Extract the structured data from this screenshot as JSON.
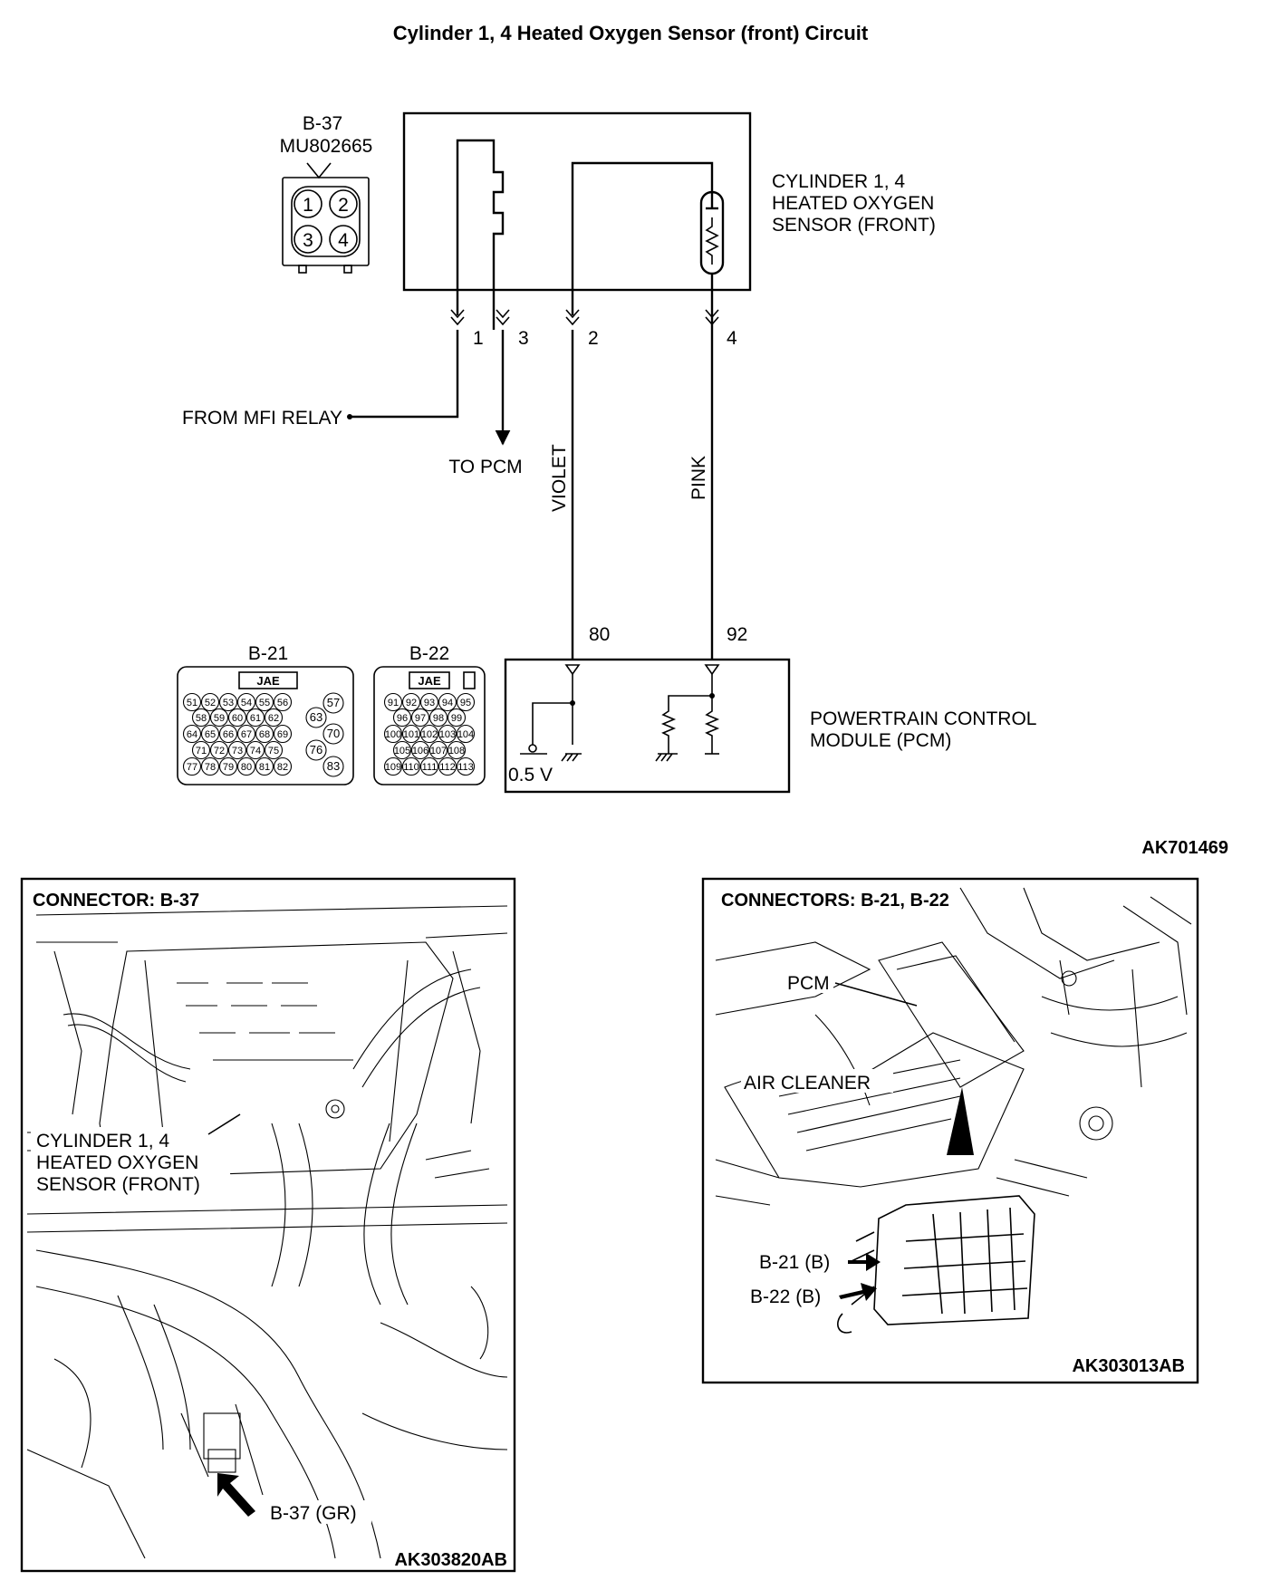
{
  "title": "Cylinder 1, 4 Heated Oxygen Sensor (front) Circuit",
  "sensor_connector": {
    "id": "B-37",
    "part_no": "MU802665",
    "pins": [
      "1",
      "2",
      "3",
      "4"
    ]
  },
  "sensor": {
    "line1": "CYLINDER 1, 4",
    "line2": "HEATED OXYGEN",
    "line3": "SENSOR (FRONT)"
  },
  "terminals": [
    "1",
    "3",
    "2",
    "4"
  ],
  "wires": {
    "from_relay": "FROM MFI RELAY",
    "to_pcm": "TO PCM",
    "violet": "VIOLET",
    "pink": "PINK"
  },
  "pcm_terminals": [
    "80",
    "92"
  ],
  "pcm": {
    "line1": "POWERTRAIN CONTROL",
    "line2": "MODULE (PCM)",
    "voltage": "0.5 V"
  },
  "pcm_connectors": [
    {
      "id": "B-21",
      "maker": "JAE",
      "rows": [
        [
          "51",
          "52",
          "53",
          "54",
          "55",
          "56"
        ],
        [
          "58",
          "59",
          "60",
          "61",
          "62"
        ],
        [
          "64",
          "65",
          "66",
          "67",
          "68",
          "69"
        ],
        [
          "71",
          "72",
          "73",
          "74",
          "75"
        ],
        [
          "77",
          "78",
          "79",
          "80",
          "81",
          "82"
        ]
      ],
      "side": [
        "57",
        "63",
        "70",
        "76",
        "83"
      ]
    },
    {
      "id": "B-22",
      "maker": "JAE",
      "rows": [
        [
          "91",
          "92",
          "93",
          "94",
          "95"
        ],
        [
          "96",
          "97",
          "98",
          "99"
        ],
        [
          "100",
          "101",
          "102",
          "103",
          "104"
        ],
        [
          "105",
          "106",
          "107",
          "108"
        ],
        [
          "109",
          "110",
          "111",
          "112",
          "113"
        ]
      ]
    }
  ],
  "diagram_code": "AK701469",
  "panel_left": {
    "heading": "CONNECTOR: B-37",
    "label1": "CYLINDER 1, 4",
    "label2": "HEATED OXYGEN",
    "label3": "SENSOR (FRONT)",
    "connector_label": "B-37 (GR)",
    "code": "AK303820AB"
  },
  "panel_right": {
    "heading": "CONNECTORS: B-21, B-22",
    "pcm_label": "PCM",
    "air_cleaner_label": "AIR CLEANER",
    "b21_label": "B-21 (B)",
    "b22_label": "B-22 (B)",
    "code": "AK303013AB"
  }
}
